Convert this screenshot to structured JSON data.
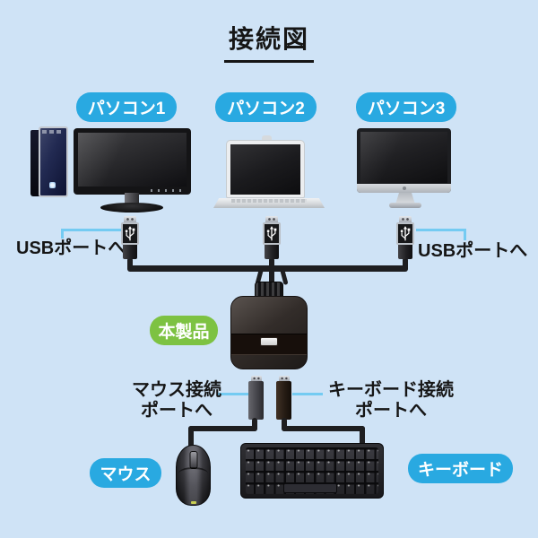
{
  "title": "接続図",
  "computers": [
    {
      "label": "パソコン1",
      "type": "desktop-pc"
    },
    {
      "label": "パソコン2",
      "type": "laptop"
    },
    {
      "label": "パソコン3",
      "type": "all-in-one"
    }
  ],
  "callouts": {
    "usb_left": "USBポートへ",
    "usb_right": "USBポートへ",
    "mouse_port": [
      "マウス接続",
      "ポートへ"
    ],
    "keyboard_port": [
      "キーボード接続",
      "ポートへ"
    ]
  },
  "product_label": "本製品",
  "peripherals": {
    "mouse": "マウス",
    "keyboard": "キーボード"
  },
  "colors": {
    "background": "#cfe3f6",
    "label_blue": "#29a9e1",
    "label_green": "#7dc242",
    "callout_blue": "#74cbf2",
    "cable_black": "#1e1e20",
    "text_black": "#161616"
  }
}
